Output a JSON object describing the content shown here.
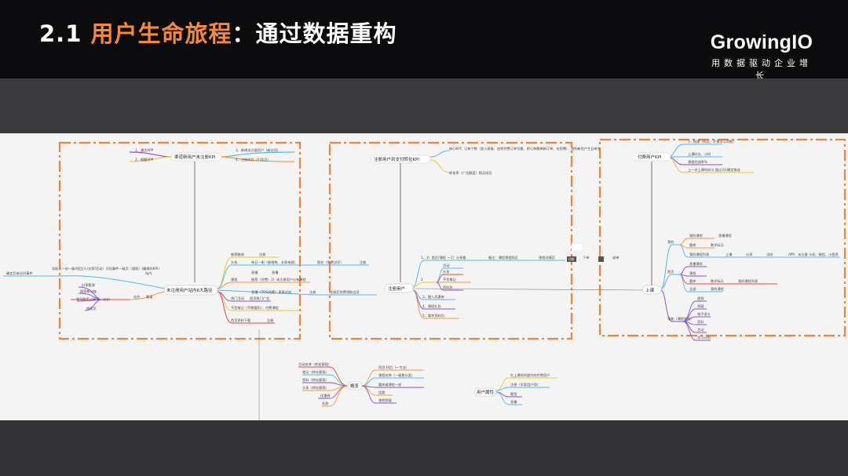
{
  "slide": {
    "title_prefix": "2.1 ",
    "title_highlight": "用户生命旅程",
    "title_suffix": "：通过数据重构",
    "brand_logo": "GrowingIO",
    "brand_slogan": "用数据驱动企业增长"
  },
  "colors": {
    "background_dark": "#0c0c0e",
    "accent_orange": "#f58a34",
    "dash_box": "#f0853a",
    "branch_blue": "#56b6f0",
    "branch_yellow": "#f2c531",
    "branch_purple": "#8a4fd2",
    "branch_red": "#e8464a",
    "branch_orange": "#f39a3c"
  },
  "mindmap": {
    "section1": {
      "kpi_node": "渠道新用户未注册KPI",
      "kpi_left": [
        "1、激活APP",
        "2、唤醒APP"
      ],
      "kpi_right": [
        "3、新增未注册用户（新访问）",
        "4、注册成功（引导页）"
      ],
      "center": "未注册用户站内6大路径",
      "left_root": "确定后来访问事件",
      "left_branches": [
        "站内",
        "站外",
        "渠道"
      ],
      "left_detail": "导航（一站一级/项目/人/文章/活动）识别事件一级页（相框）(编辑的KPI)",
      "left_items": [
        "分享题源",
        "搜索新分链",
        "学习助手（学习、app）",
        "搜索页"
      ],
      "right_items": [
        "推荐路线",
        "头条",
        "课程",
        "直播",
        "热门活动",
        "干货笔记（不需要积）；付费课程",
        "首页资料下载"
      ],
      "right_details": [
        "注册",
        "每日一刷（新增练、文章来源）",
        "报名（免费试学）",
        "注册",
        "直播",
        "推荐（付费）2）未注册用户公有课程",
        "直播（70%免费）直接试听",
        "注册后免费领取会员",
        "注册",
        "首页热门广告",
        "注册"
      ]
    },
    "section2": {
      "kpi_node": "注册用户到支付转化KPI",
      "kpi_items": [
        "核心KPI：订单个数（加入班级、加到付费订单号量、把订单删掉新订单、在招聘）、加购新信户生日单生",
        "转化率（广告额度）购买成功"
      ],
      "center": "注册用户",
      "branches": [
        "1、3）首页/课程 → 2）分享看",
        "2",
        "3、融入优惠券",
        "4、课程礼包",
        "5、看考资料包"
      ],
      "sub": [
        "活动",
        "头条",
        "干货笔记",
        "资料包"
      ],
      "sub_detail": [
        "备注：课程课程购买",
        "课程详情页",
        "付款",
        "下单",
        "成单"
      ]
    },
    "section3": {
      "kpi_node": "付费用户KPI",
      "kpi_items": [
        "1、购课（购买、开课学习次数）",
        "上课时长、小时",
        "课程完成率%",
        "上一次上课时间与 超过3天确定推送"
      ],
      "center": "上课",
      "branches": [
        "我的",
        "首页",
        "功能（课程服务）"
      ],
      "my_items": [
        "我的课程",
        "题库",
        "我的课程列表"
      ],
      "my_details": [
        "直播课程",
        "数学标兵",
        "上课",
        "分享",
        "试听",
        "APP、未注册 卡机、微信、小程序"
      ],
      "home_items": [
        "直播课程",
        "课程",
        "题库",
        "全部"
      ],
      "home_details": [
        "数学标兵",
        "我的课程",
        "我的课程列表"
      ],
      "func_items": [
        "视频",
        "答疑",
        "电子讲义",
        "资料",
        "活动",
        "学习计划"
      ]
    },
    "lower": {
      "center_left": "概览",
      "left_items": [
        "活动名单（转化客观）",
        "笔记（转化客观）",
        "资料（转化客观）",
        "头条（转化客观）",
        "优惠券",
        "社群"
      ],
      "right_items": [
        "项目  科目（一专业）",
        "课程名称（一级数分类）",
        "题库者课程一样",
        "话题",
        "课程答疑"
      ],
      "center_right": "用户属性",
      "attr_items": [
        "在上课时间超内的付费用户",
        "注册（学家用户ID）",
        "题型",
        "直播"
      ]
    }
  }
}
